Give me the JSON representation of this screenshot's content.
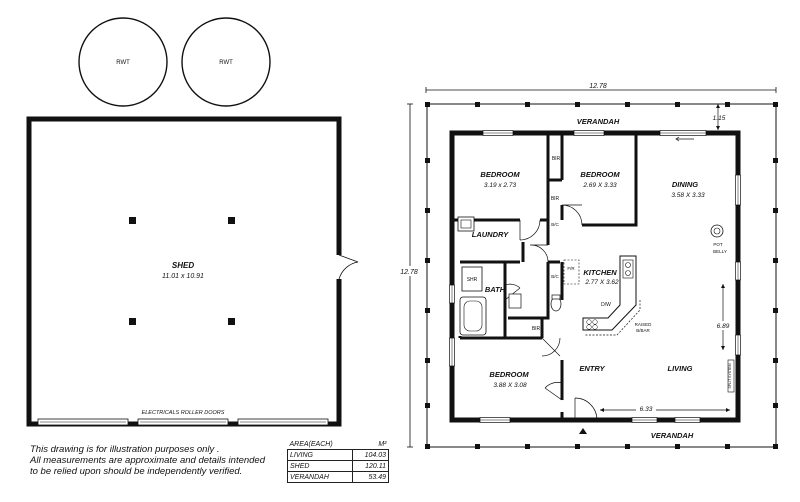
{
  "tanks": [
    {
      "label": "RWT"
    },
    {
      "label": "RWT"
    }
  ],
  "shed": {
    "title": "SHED",
    "dimensions": "11.01 x 10.91",
    "door_note": "ELECTRICALS ROLLER DOORS"
  },
  "house": {
    "overall_width": "12.78",
    "overall_depth": "12.78",
    "verandah_top": "VERANDAH",
    "verandah_bottom": "VERANDAH",
    "verandah_depth": "1.15",
    "living_height_dim": "6.89",
    "living_width_dim": "6.33",
    "rooms": {
      "bedroom1_name": "BEDROOM",
      "bedroom1_dim": "3.19 x 2.73",
      "bedroom2_name": "BEDROOM",
      "bedroom2_dim": "2.69 X 3.33",
      "dining_name": "DINING",
      "dining_dim": "3.58 X 3.33",
      "laundry_name": "LAUNDRY",
      "kitchen_name": "KITCHEN",
      "kitchen_dim": "2.77 X 3.62",
      "bath_name": "BATH",
      "bedroom3_name": "BEDROOM",
      "bedroom3_dim": "3.88 X 3.08",
      "entry_name": "ENTRY",
      "living_name": "LIVING"
    },
    "fixtures": {
      "bir1": "BIR",
      "bir2": "BIR",
      "bir3": "BIR",
      "bic1": "B/C",
      "bic2": "B/C",
      "fr": "F/R",
      "shr": "SHR",
      "dw": "D/W",
      "pot_belly_1": "POT",
      "pot_belly_2": "BELLY",
      "raised_bar_1": "RAISED",
      "raised_bar_2": "B/BAR",
      "split_system": "SPLIT SYSTEM"
    }
  },
  "disclaimer": [
    "This drawing is for illustration purposes only .",
    "All measurements are approximate and details intended",
    "to be relied upon should be independently verified."
  ],
  "area_table": {
    "header_label": "AREA(EACH)",
    "header_unit": "M²",
    "rows": [
      {
        "name": "LIVING",
        "value": "104.03"
      },
      {
        "name": "SHED",
        "value": "120.11"
      },
      {
        "name": "VERANDAH",
        "value": "53.49"
      }
    ]
  }
}
